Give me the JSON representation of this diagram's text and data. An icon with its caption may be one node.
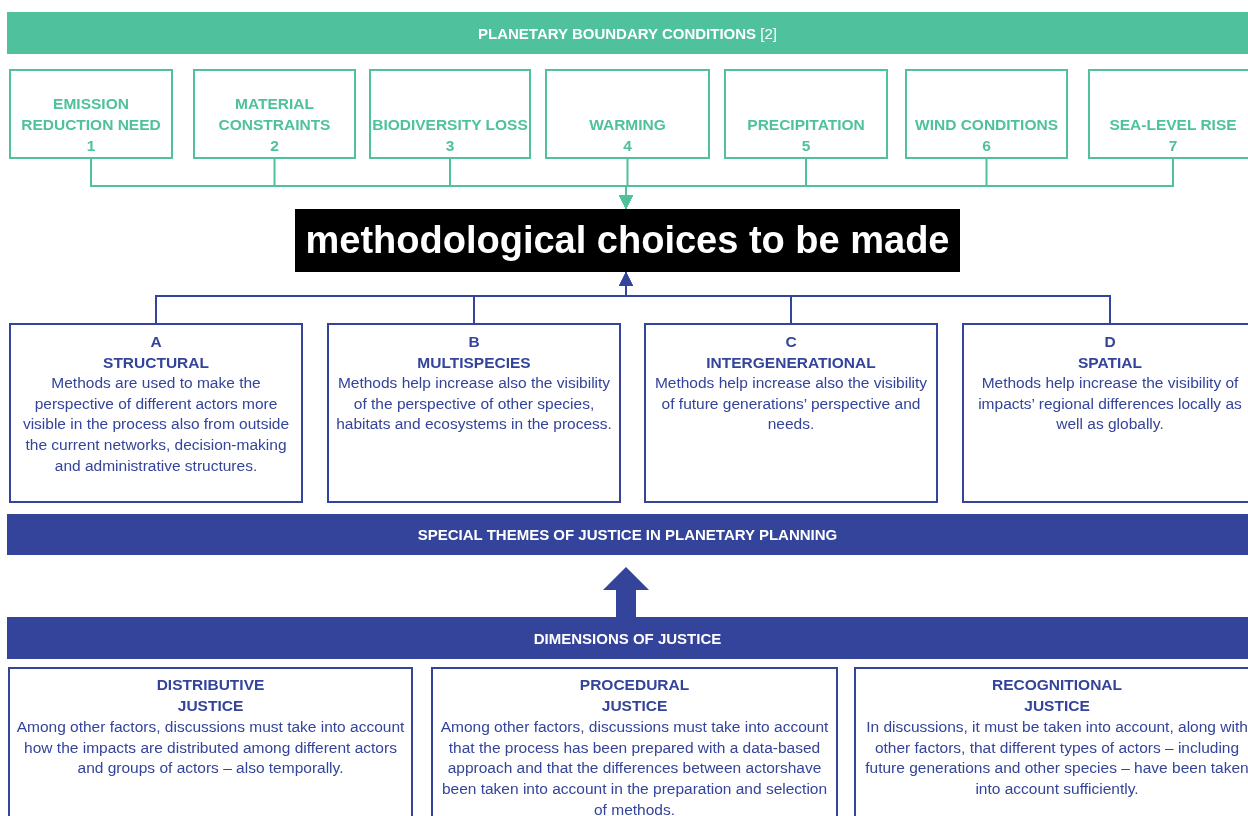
{
  "diagram": {
    "nodes": [
      {
        "text": [
          "**PLANETARY BOUNDARY CONDITIONS** [2]"
        ]
      },
      {
        "text": [
          "EMISSION REDUCTION NEED",
          "1"
        ]
      },
      {
        "text": [
          "MATERIAL CONSTRAINTS",
          "2"
        ]
      },
      {
        "text": [
          "BIODIVERSITY LOSS",
          "3"
        ]
      },
      {
        "text": [
          "WARMING",
          "4"
        ]
      },
      {
        "text": [
          "PRECIPITATION",
          "5"
        ]
      },
      {
        "text": [
          "WIND CONDITIONS",
          "6"
        ]
      },
      {
        "text": [
          "SEA-LEVEL RISE",
          "7"
        ]
      },
      {
        "text": [
          "methodological choices to be made"
        ]
      },
      {
        "text": [
          "A",
          "STRUCTURAL",
          "Methods are used to make the perspective of different actors more visible in the process also from outside the current networks, decision-making and administrative structures."
        ]
      },
      {
        "text": [
          "B",
          "MULTISPECIES",
          "Methods help increase also the visibility of the perspective of other species, habitats and ecosystems in the process."
        ]
      },
      {
        "text": [
          "C",
          "INTERGENERATIONAL",
          "Methods help increase also the visibility of future generations’ perspective and needs."
        ]
      },
      {
        "text": [
          "D",
          "SPATIAL",
          "Methods help increase the visibility of impacts’ regional differences locally as well as globally."
        ]
      },
      {
        "text": [
          "SPECIAL THEMES OF JUSTICE IN PLANETARY PLANNING"
        ]
      },
      {
        "text": [
          "DIMENSIONS OF JUSTICE"
        ]
      },
      {
        "text": [
          "DISTRIBUTIVE JUSTICE",
          "Among other factors, discussions must take into account how the impacts are distributed among different actors and groups of actors – also temporally."
        ]
      },
      {
        "text": [
          "PROCEDURAL JUSTICE",
          "Among other factors, discussions must take into account that the process has been prepared with a data-based approach and that the differences between actorshave been taken into account in the preparation and selection of methods."
        ]
      },
      {
        "text": [
          "RECOGNITIONAL JUSTICE",
          "In discussions, it must be taken into account, along with other factors, that different types of actors – including future generations and other species – have been taken into account sufficiently."
        ]
      }
    ],
    "edges": [
      {
        "from": 1,
        "to": 8,
        "arrow": "to"
      },
      {
        "from": 2,
        "to": 8,
        "arrow": "to"
      },
      {
        "from": 3,
        "to": 8,
        "arrow": "to"
      },
      {
        "from": 4,
        "to": 8,
        "arrow": "to"
      },
      {
        "from": 5,
        "to": 8,
        "arrow": "to"
      },
      {
        "from": 6,
        "to": 8,
        "arrow": "to"
      },
      {
        "from": 7,
        "to": 8,
        "arrow": "to"
      },
      {
        "from": 9,
        "to": 8,
        "arrow": "to",
        "color": "#33449a"
      },
      {
        "from": 10,
        "to": 8,
        "arrow": "to",
        "color": "#33449a"
      },
      {
        "from": 11,
        "to": 8,
        "arrow": "to",
        "color": "#33449a"
      },
      {
        "from": 12,
        "to": 8,
        "arrow": "to",
        "color": "#33449a"
      },
      {
        "from": 14,
        "to": 13,
        "arrow": "to",
        "style": "thick",
        "color": "#33449a"
      }
    ]
  }
}
